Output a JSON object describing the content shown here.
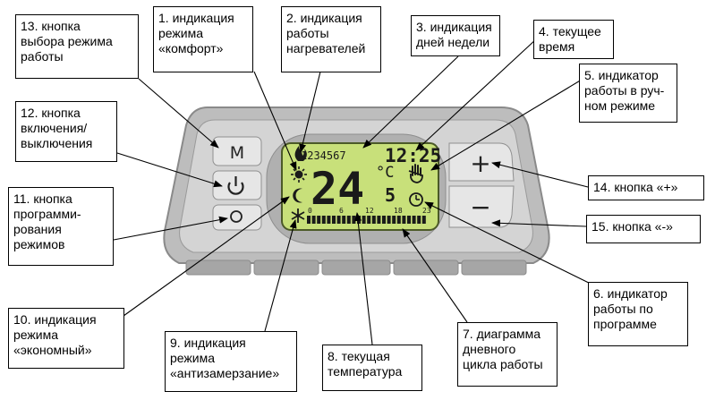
{
  "callouts": {
    "c1": "1. индикация\nрежима\n«комфорт»",
    "c2": "2. индикация\nработы\nнагревателей",
    "c3": "3. индикация\nдней недели",
    "c4": "4. текущее\nвремя",
    "c5": "5. индикатор\nработы в руч-\nном режиме",
    "c6": "6. индикатор\nработы по\nпрограмме",
    "c7": "7. диаграмма\nдневного\nцикла работы",
    "c8": "8. текущая\nтемпература",
    "c9": "9. индикация\nрежима\n«антизамерзание»",
    "c10": "10. индикация\nрежима\n«экономный»",
    "c11": "11. кнопка\nпрограмми-\nрования\nрежимов",
    "c12": "12. кнопка\nвключения/\nвыключения",
    "c13": "13. кнопка\nвыбора режима\nработы",
    "c14": "14. кнопка «+»",
    "c15": "15. кнопка «-»"
  },
  "device": {
    "button_m": "M",
    "button_plus": "+",
    "button_minus": "−",
    "days": "1234567",
    "time": "12:25",
    "temp_int": "24",
    "temp_dec": "5",
    "temp_unit": "°C",
    "scale": [
      "0",
      "6",
      "12",
      "18",
      "23"
    ]
  },
  "icons": [
    "flame-icon",
    "sun-icon",
    "moon-icon",
    "snowflake-icon",
    "power-icon",
    "hand-icon",
    "clock-icon"
  ],
  "colors": {
    "lcd": "#c8e07a",
    "body": "#bdbdbd",
    "label_border": "#000000"
  }
}
